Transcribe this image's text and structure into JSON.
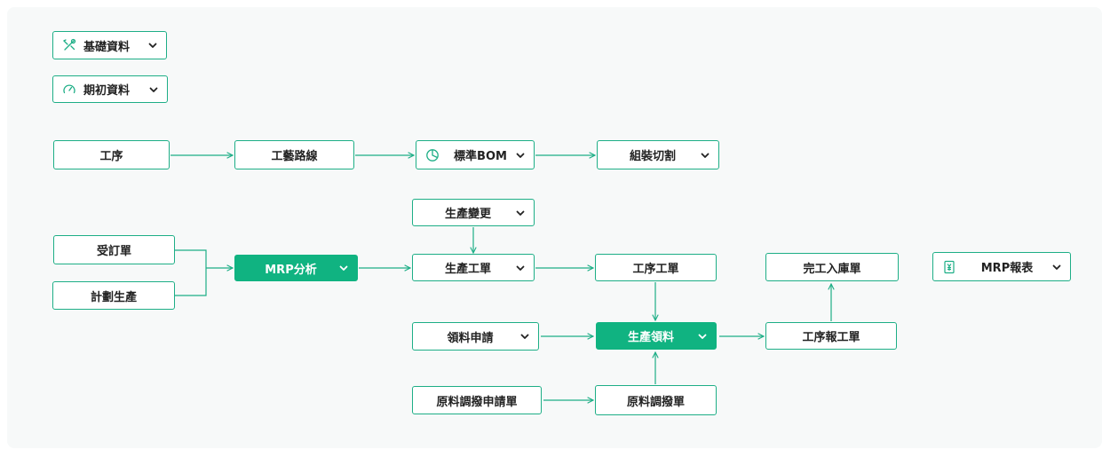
{
  "menus": {
    "basic_data": "基礎資料",
    "opening_data": "期初資料"
  },
  "row1": {
    "process": "工序",
    "routing": "工藝路線",
    "standard_bom": "標準BOM",
    "assembly_cutting": "組裝切割"
  },
  "row2": {
    "sales_order": "受訂單",
    "production_plan": "計劃生產",
    "mrp_analysis": "MRP分析",
    "production_change": "生產變更",
    "work_order": "生產工單",
    "process_work_order": "工序工單",
    "completion_receipt": "完工入庫單",
    "mrp_report": "MRP報表"
  },
  "row3": {
    "material_request": "領料申請",
    "material_issue": "生產領料",
    "process_report": "工序報工單"
  },
  "row4": {
    "transfer_request": "原料調撥申請單",
    "transfer_order": "原料調撥單"
  },
  "colors": {
    "accent": "#10b381",
    "border": "#1dae86",
    "arrow": "#1dae86",
    "canvas_bg": "#f7f9f9"
  },
  "icons": {
    "basic_data": "tools-icon",
    "opening_data": "gauge-icon",
    "standard_bom": "pie-chart-icon",
    "mrp_report": "report-icon"
  }
}
